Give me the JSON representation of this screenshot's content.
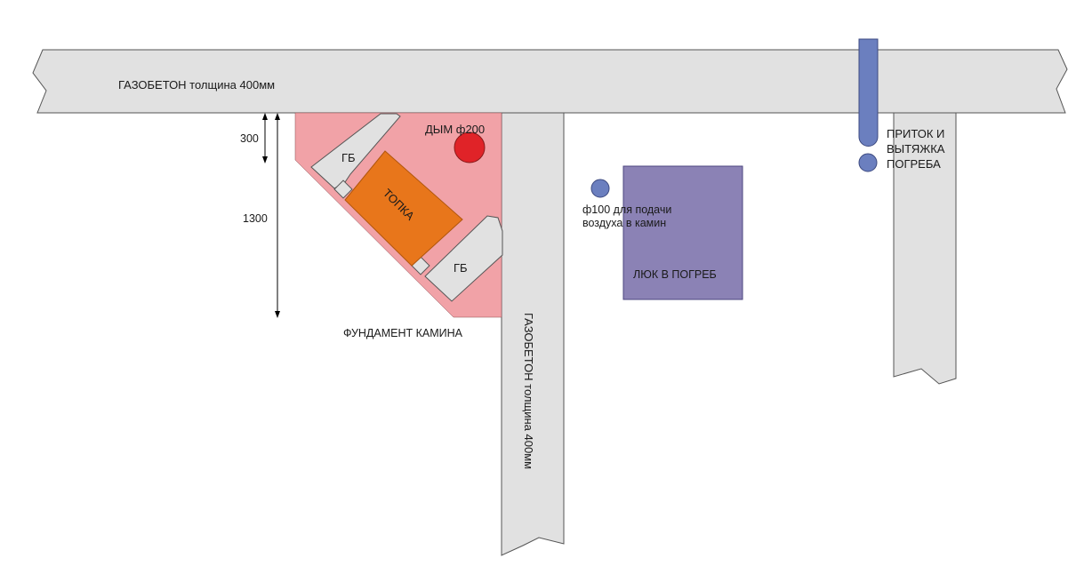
{
  "labels": {
    "wall_top": "ГАЗОБЕТОН толщина 400мм",
    "wall_vertical": "ГАЗОБЕТОН толщина 400мм",
    "smoke": "ДЫМ ф200",
    "firebox": "ТОПКА",
    "gb_top": "ГБ",
    "gb_bottom": "ГБ",
    "foundation": "ФУНДАМЕНТ КАМИНА",
    "air_inlet_line1": "ф100 для подачи",
    "air_inlet_line2": "воздуха в камин",
    "hatch": "ЛЮК В ПОГРЕБ",
    "ventilation_line1": "ПРИТОК И",
    "ventilation_line2": "ВЫТЯЖКА",
    "ventilation_line3": "ПОГРЕБА"
  },
  "dimensions": {
    "short": "300",
    "long": "1300"
  },
  "colors": {
    "wall_fill": "#e1e1e1",
    "foundation_fill": "#f1a2a7",
    "firebox_fill": "#e8761b",
    "smoke_fill": "#e02328",
    "pipe_fill": "#6b7fbf",
    "hatch_fill": "#8b82b5",
    "gb_fill": "#e1e1e1"
  }
}
